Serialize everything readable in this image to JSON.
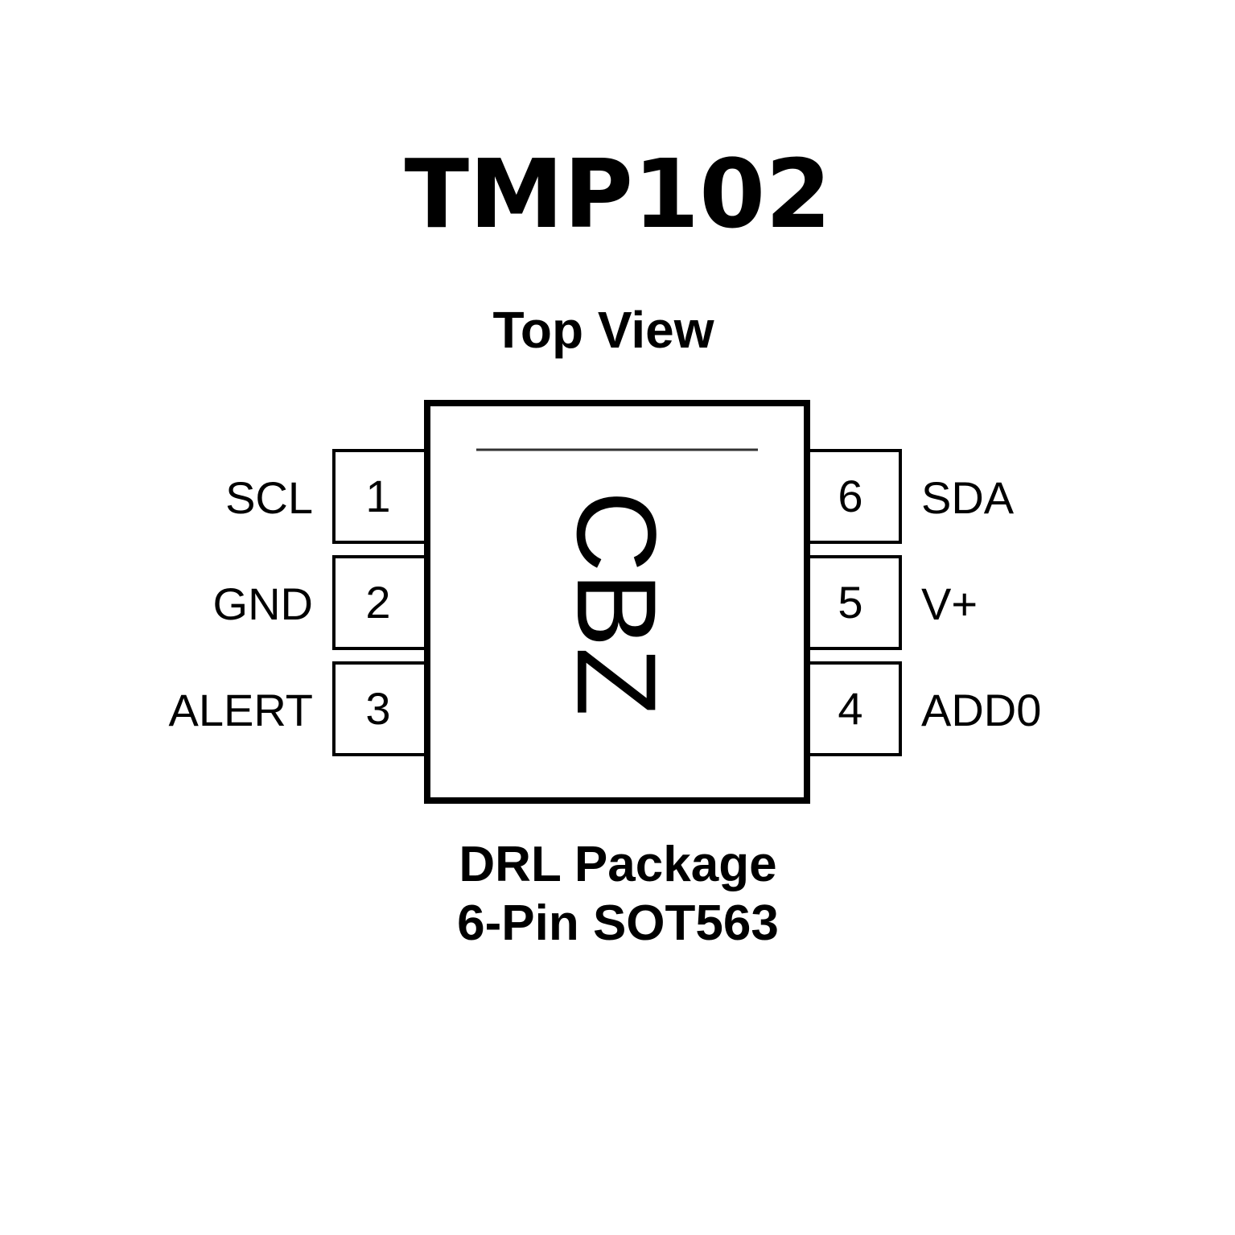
{
  "title": "TMP102",
  "view_label": "Top View",
  "marking": "CBZ",
  "package": {
    "line1": "DRL Package",
    "line2": "6-Pin SOT563"
  },
  "pins_left": [
    {
      "number": "1",
      "name": "SCL"
    },
    {
      "number": "2",
      "name": "GND"
    },
    {
      "number": "3",
      "name": "ALERT"
    }
  ],
  "pins_right": [
    {
      "number": "6",
      "name": "SDA"
    },
    {
      "number": "5",
      "name": "V+"
    },
    {
      "number": "4",
      "name": "ADD0"
    }
  ]
}
